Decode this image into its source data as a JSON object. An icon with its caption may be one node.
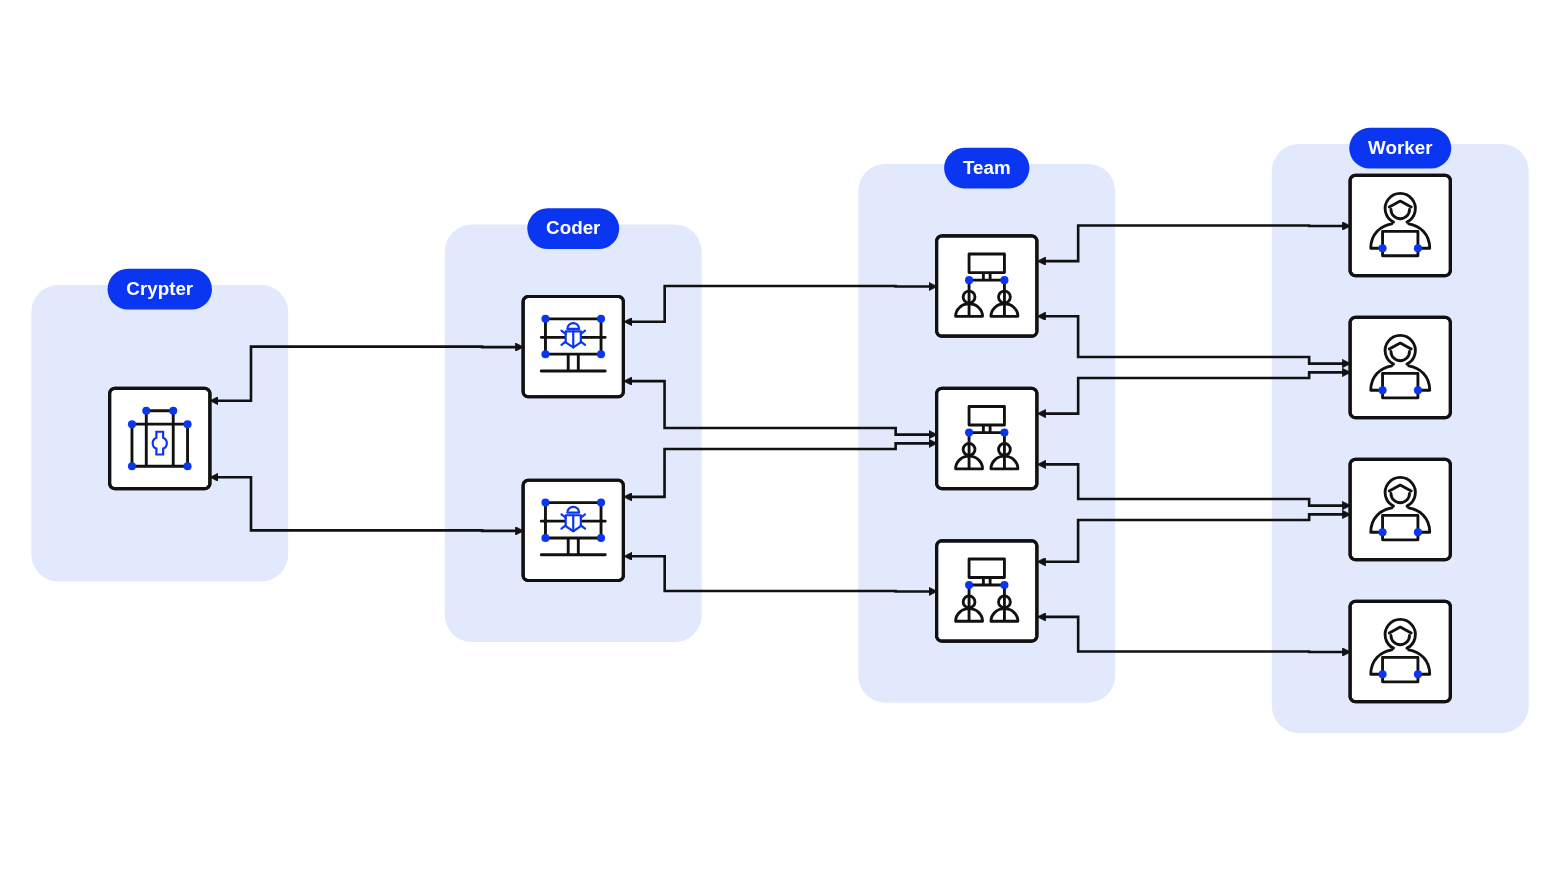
{
  "diagram": {
    "nodes": [
      {
        "text": [
          "Crypter"
        ]
      },
      {
        "text": [],
        "shape": "picture",
        "in": 0
      },
      {
        "text": [
          "Coder"
        ]
      },
      {
        "text": [],
        "shape": "picture",
        "in": 2
      },
      {
        "text": [],
        "shape": "picture",
        "in": 2
      },
      {
        "text": [
          "Team"
        ]
      },
      {
        "text": [],
        "shape": "picture",
        "in": 5
      },
      {
        "text": [],
        "shape": "picture",
        "in": 5
      },
      {
        "text": [],
        "shape": "picture",
        "in": 5
      },
      {
        "text": [
          "Worker"
        ]
      },
      {
        "text": [],
        "shape": "picture",
        "in": 9
      },
      {
        "text": [],
        "shape": "picture",
        "in": 9
      },
      {
        "text": [],
        "shape": "picture",
        "in": 9
      },
      {
        "text": [],
        "shape": "picture",
        "in": 9
      }
    ],
    "edges": [
      {
        "from": 1,
        "to": 3,
        "arrow": "both"
      },
      {
        "from": 1,
        "to": 4,
        "arrow": "both"
      },
      {
        "from": 3,
        "to": 6,
        "arrow": "both"
      },
      {
        "from": 3,
        "to": 7,
        "arrow": "both"
      },
      {
        "from": 4,
        "to": 7,
        "arrow": "both"
      },
      {
        "from": 4,
        "to": 8,
        "arrow": "both"
      },
      {
        "from": 6,
        "to": 10,
        "arrow": "both"
      },
      {
        "from": 6,
        "to": 11,
        "arrow": "both"
      },
      {
        "from": 7,
        "to": 11,
        "arrow": "both"
      },
      {
        "from": 7,
        "to": 12,
        "arrow": "both"
      },
      {
        "from": 8,
        "to": 12,
        "arrow": "both"
      },
      {
        "from": 8,
        "to": 13,
        "arrow": "both"
      }
    ]
  }
}
